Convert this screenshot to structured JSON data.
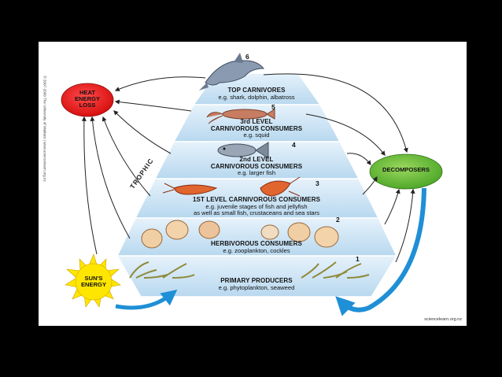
{
  "copyright": "© 2007-2009 The University of Waikato | www.sciencelearn.org.nz",
  "source": "sciencelearn.org.nz",
  "side_label": "TROPHIC",
  "heat_loss": "HEAT\nENERGY\nLOSS",
  "decomposers": "DECOMPOSERS",
  "sun": "SUN'S\nENERGY",
  "levels": [
    {
      "number": "6",
      "title": "TOP CARNIVORES",
      "example": "e.g. shark, dolphin, albatross"
    },
    {
      "number": "5",
      "title_1": "3rd LEVEL",
      "title_2": "CARNIVOROUS CONSUMERS",
      "example": "e.g. squid"
    },
    {
      "number": "4",
      "title_1": "2nd LEVEL",
      "title_2": "CARNIVOROUS CONSUMERS",
      "example": "e.g. larger fish"
    },
    {
      "number": "3",
      "title": "1ST LEVEL CARNIVOROUS CONSUMERS",
      "example_1": "e.g. juvenile stages of fish and jellyfish",
      "example_2": "as well as small fish, crustaceans and sea stars"
    },
    {
      "number": "2",
      "title": "HERBIVOROUS CONSUMERS",
      "example": "e.g. zooplankton, cockles"
    },
    {
      "number": "1",
      "title": "PRIMARY PRODUCERS",
      "example": "e.g. phytoplankton, seaweed"
    }
  ],
  "colors": {
    "heat": "#e81818",
    "decomposers": "#6fc13d",
    "sun": "#ffe600",
    "arrow_blue": "#1f8fd6",
    "tier": "#cfe6f5"
  }
}
